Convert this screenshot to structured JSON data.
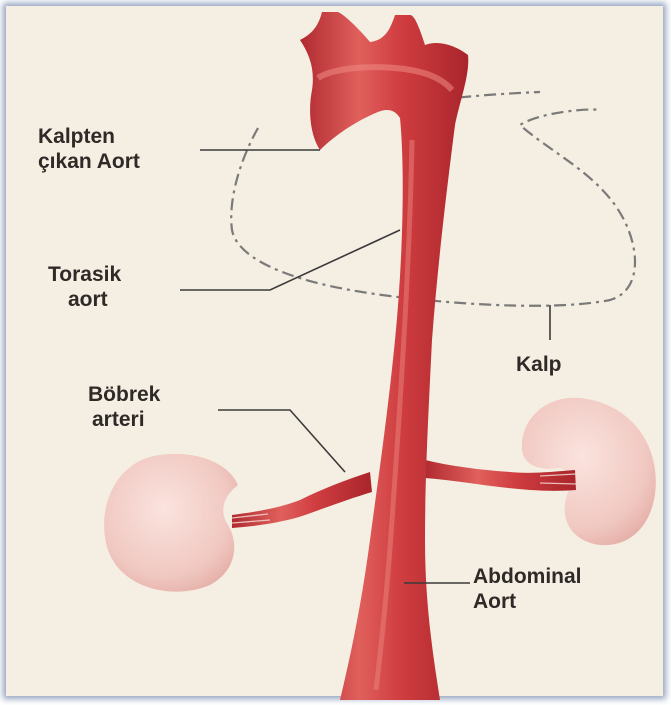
{
  "labels": {
    "ascending_aorta": [
      "Kalpten",
      "çıkan Aort"
    ],
    "thoracic_aorta": [
      "Torasik",
      "aort"
    ],
    "heart": "Kalp",
    "renal_artery": [
      "Böbrek",
      "arteri"
    ],
    "abdominal_aorta": [
      "Abdominal",
      "Aort"
    ]
  },
  "colors": {
    "background": "#f5eee2",
    "aorta": "#c8383c",
    "aorta_highlight": "#e26a66",
    "kidney": "#efc7c0",
    "leader_line": "#3a3a3a",
    "frame_shadow": "#3c5a8c"
  }
}
